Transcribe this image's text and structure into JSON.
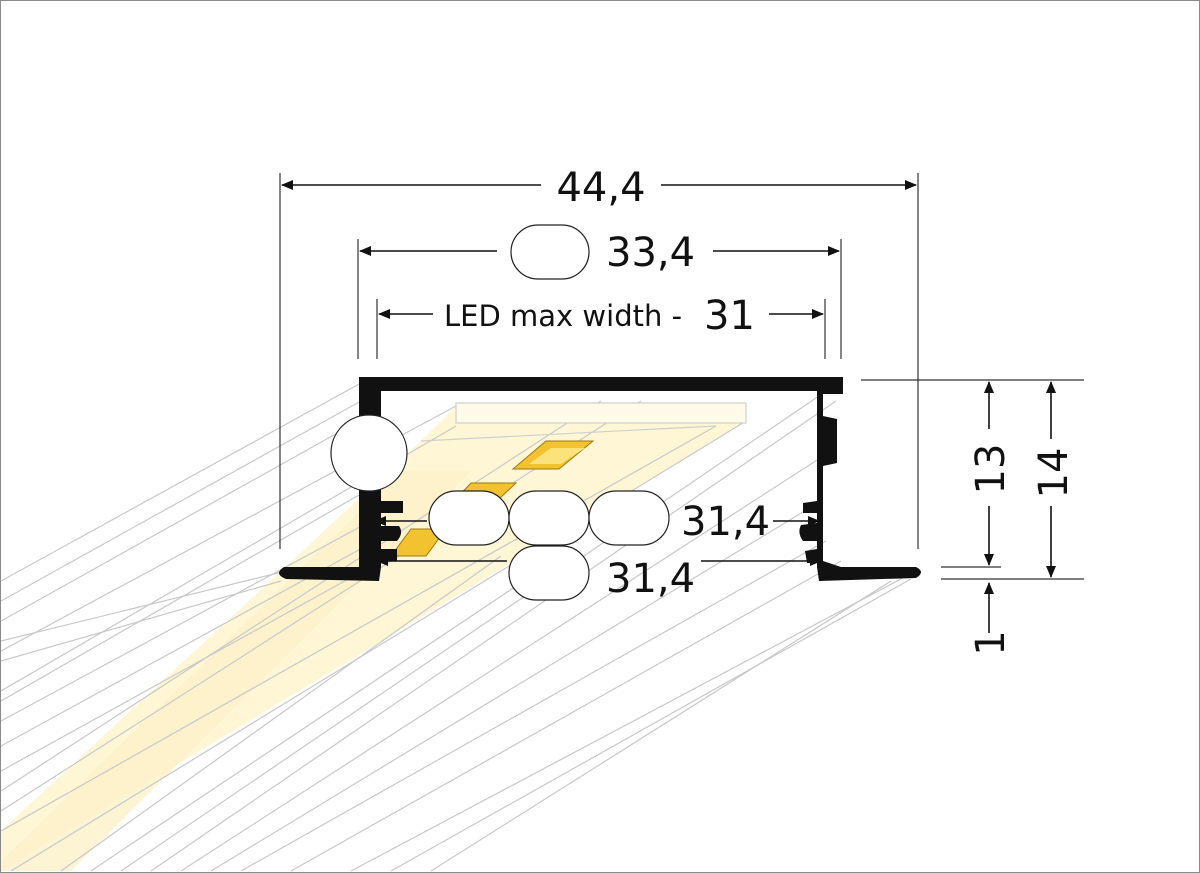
{
  "dimensions": {
    "overall_width": "44,4",
    "inner_width": "33,4",
    "led_label": "LED max width -",
    "led_max_width": "31",
    "inner_width_lower": "31,4",
    "inner_width_bottom": "31,4",
    "height_inner": "13",
    "height_total": "14",
    "flange_thickness": "1"
  },
  "colors": {
    "profile": "#111111",
    "led_chip": "#f2c230",
    "light_glow": "#fff6d6",
    "line": "#c8c8c8"
  }
}
